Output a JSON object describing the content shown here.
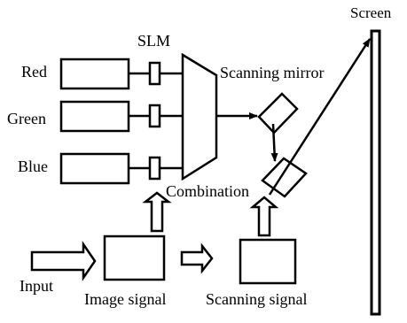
{
  "labels": {
    "screen": "Screen",
    "slm": "SLM",
    "red": "Red",
    "green": "Green",
    "blue": "Blue",
    "scanning_mirror": "Scanning mirror",
    "combination": "Combination",
    "input": "Input",
    "image_signal": "Image signal",
    "scanning_signal": "Scanning signal"
  },
  "colors": {
    "stroke": "#000000",
    "background": "#ffffff"
  }
}
